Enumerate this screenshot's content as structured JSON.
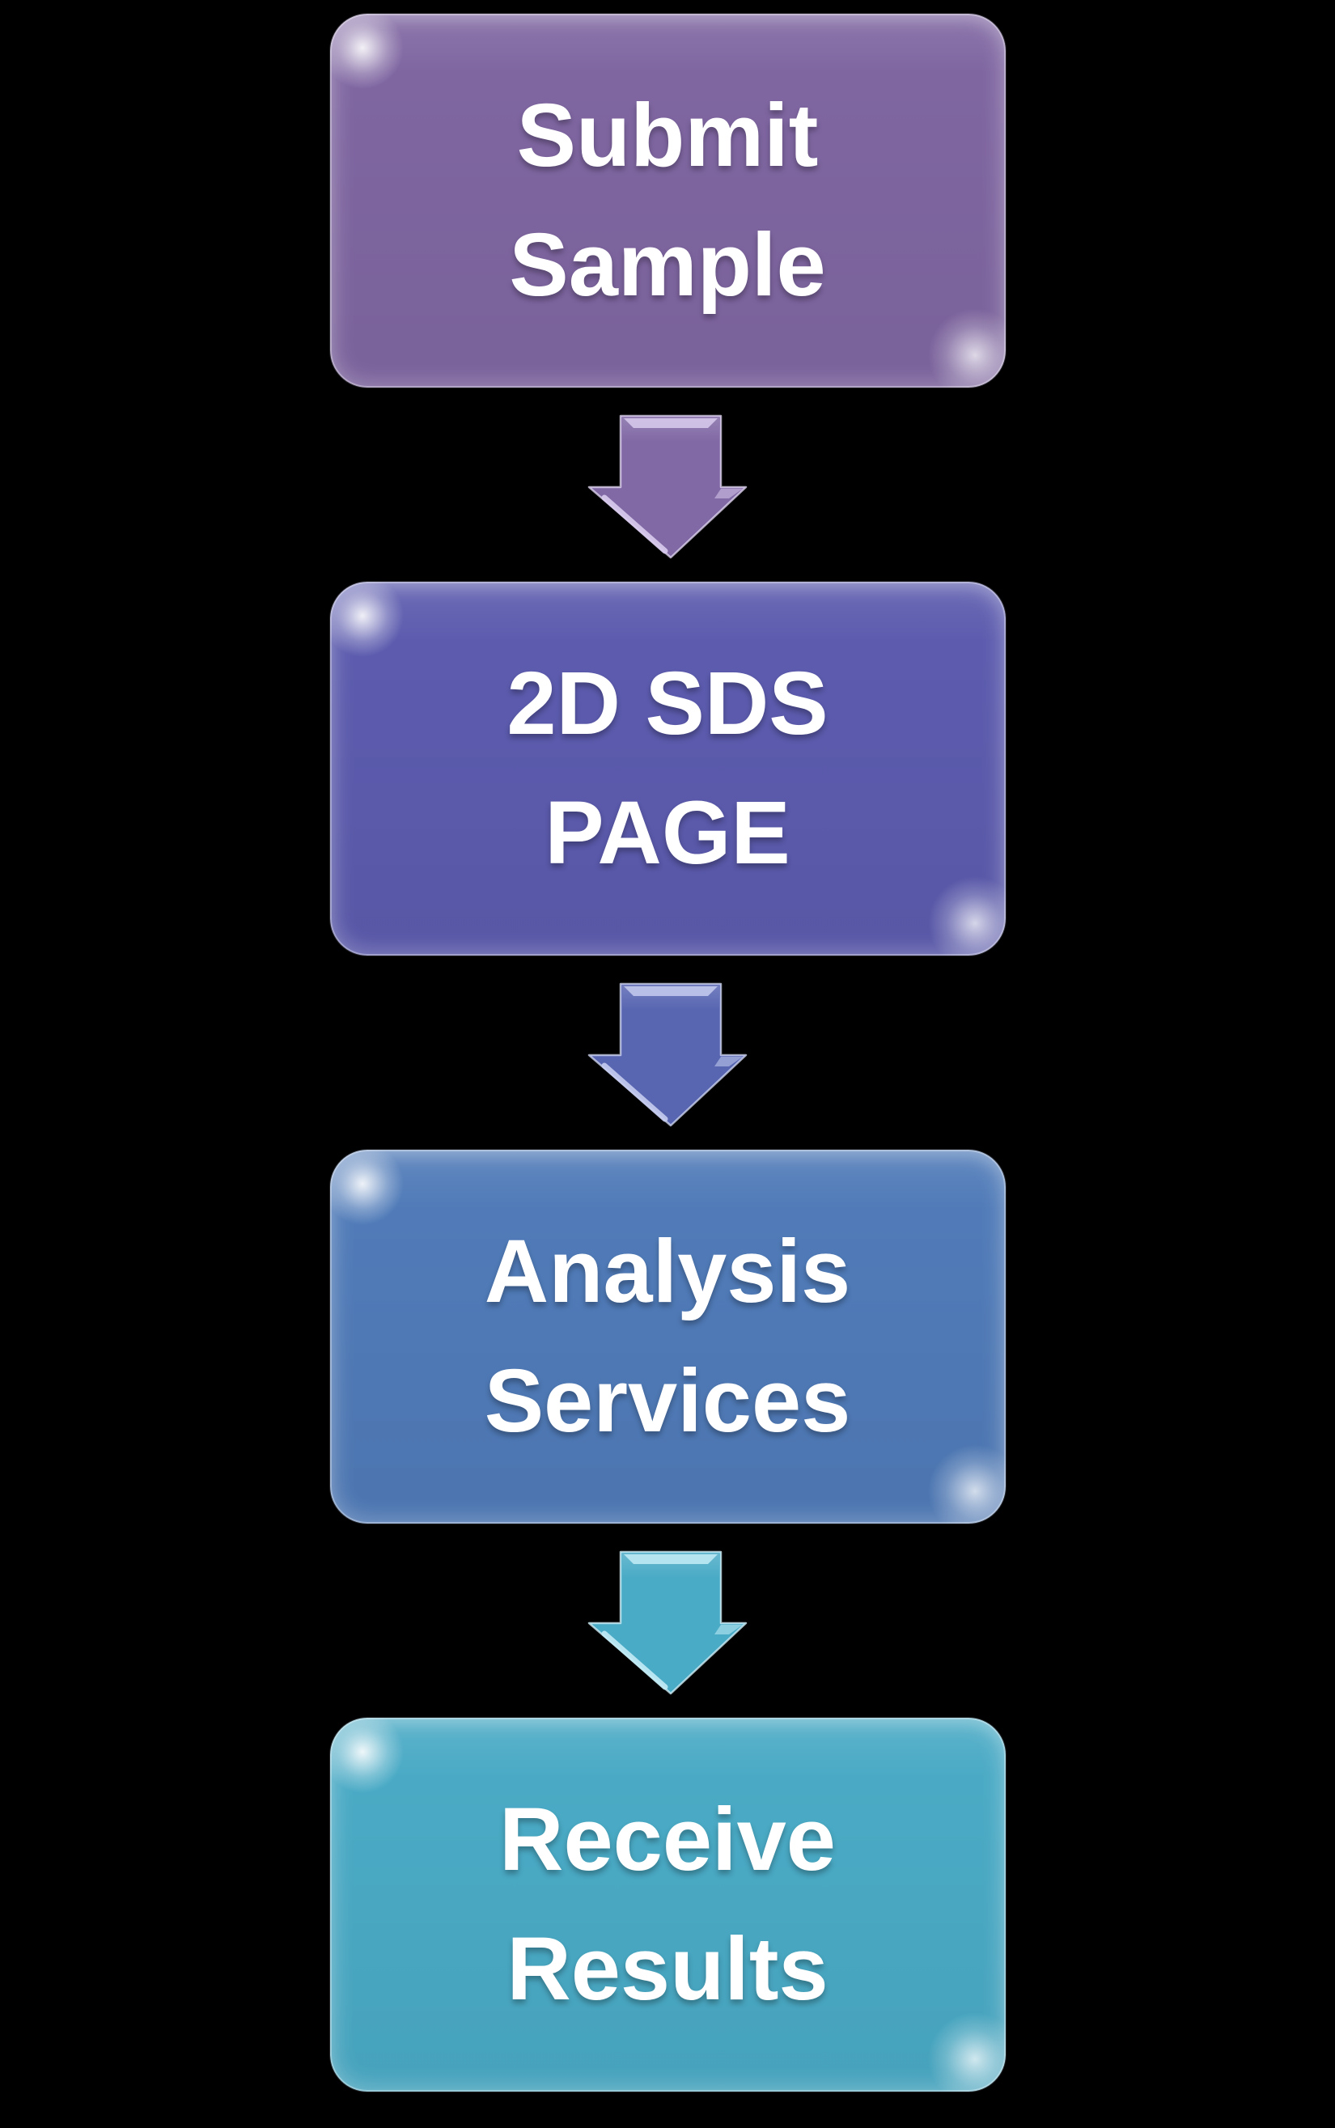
{
  "diagram": {
    "type": "flowchart",
    "direction": "top-down",
    "background_color": "#000000",
    "text_color": "#ffffff",
    "steps": [
      {
        "id": 1,
        "label": "Submit Sample",
        "line1": "Submit",
        "line2": "Sample",
        "fill": "#7f66a1",
        "highlight": "#d9cbee"
      },
      {
        "id": 2,
        "label": "2D SDS PAGE",
        "line1": "2D SDS",
        "line2": "PAGE",
        "fill": "#5c5bae",
        "highlight": "#c6cdf0"
      },
      {
        "id": 3,
        "label": "Analysis Services",
        "line1": "Analysis",
        "line2": "Services",
        "fill": "#507bb8",
        "highlight": "#c3d4ec"
      },
      {
        "id": 4,
        "label": "Receive Results",
        "line1": "Receive",
        "line2": "Results",
        "fill": "#4aaac5",
        "highlight": "#c2ecf6"
      }
    ],
    "connectors": [
      {
        "from": "Submit Sample",
        "to": "2D SDS PAGE",
        "fill": "#8169a5"
      },
      {
        "from": "2D SDS PAGE",
        "to": "Analysis Services",
        "fill": "#5866b2"
      },
      {
        "from": "Analysis Services",
        "to": "Receive Results",
        "fill": "#4aabc6"
      }
    ]
  }
}
